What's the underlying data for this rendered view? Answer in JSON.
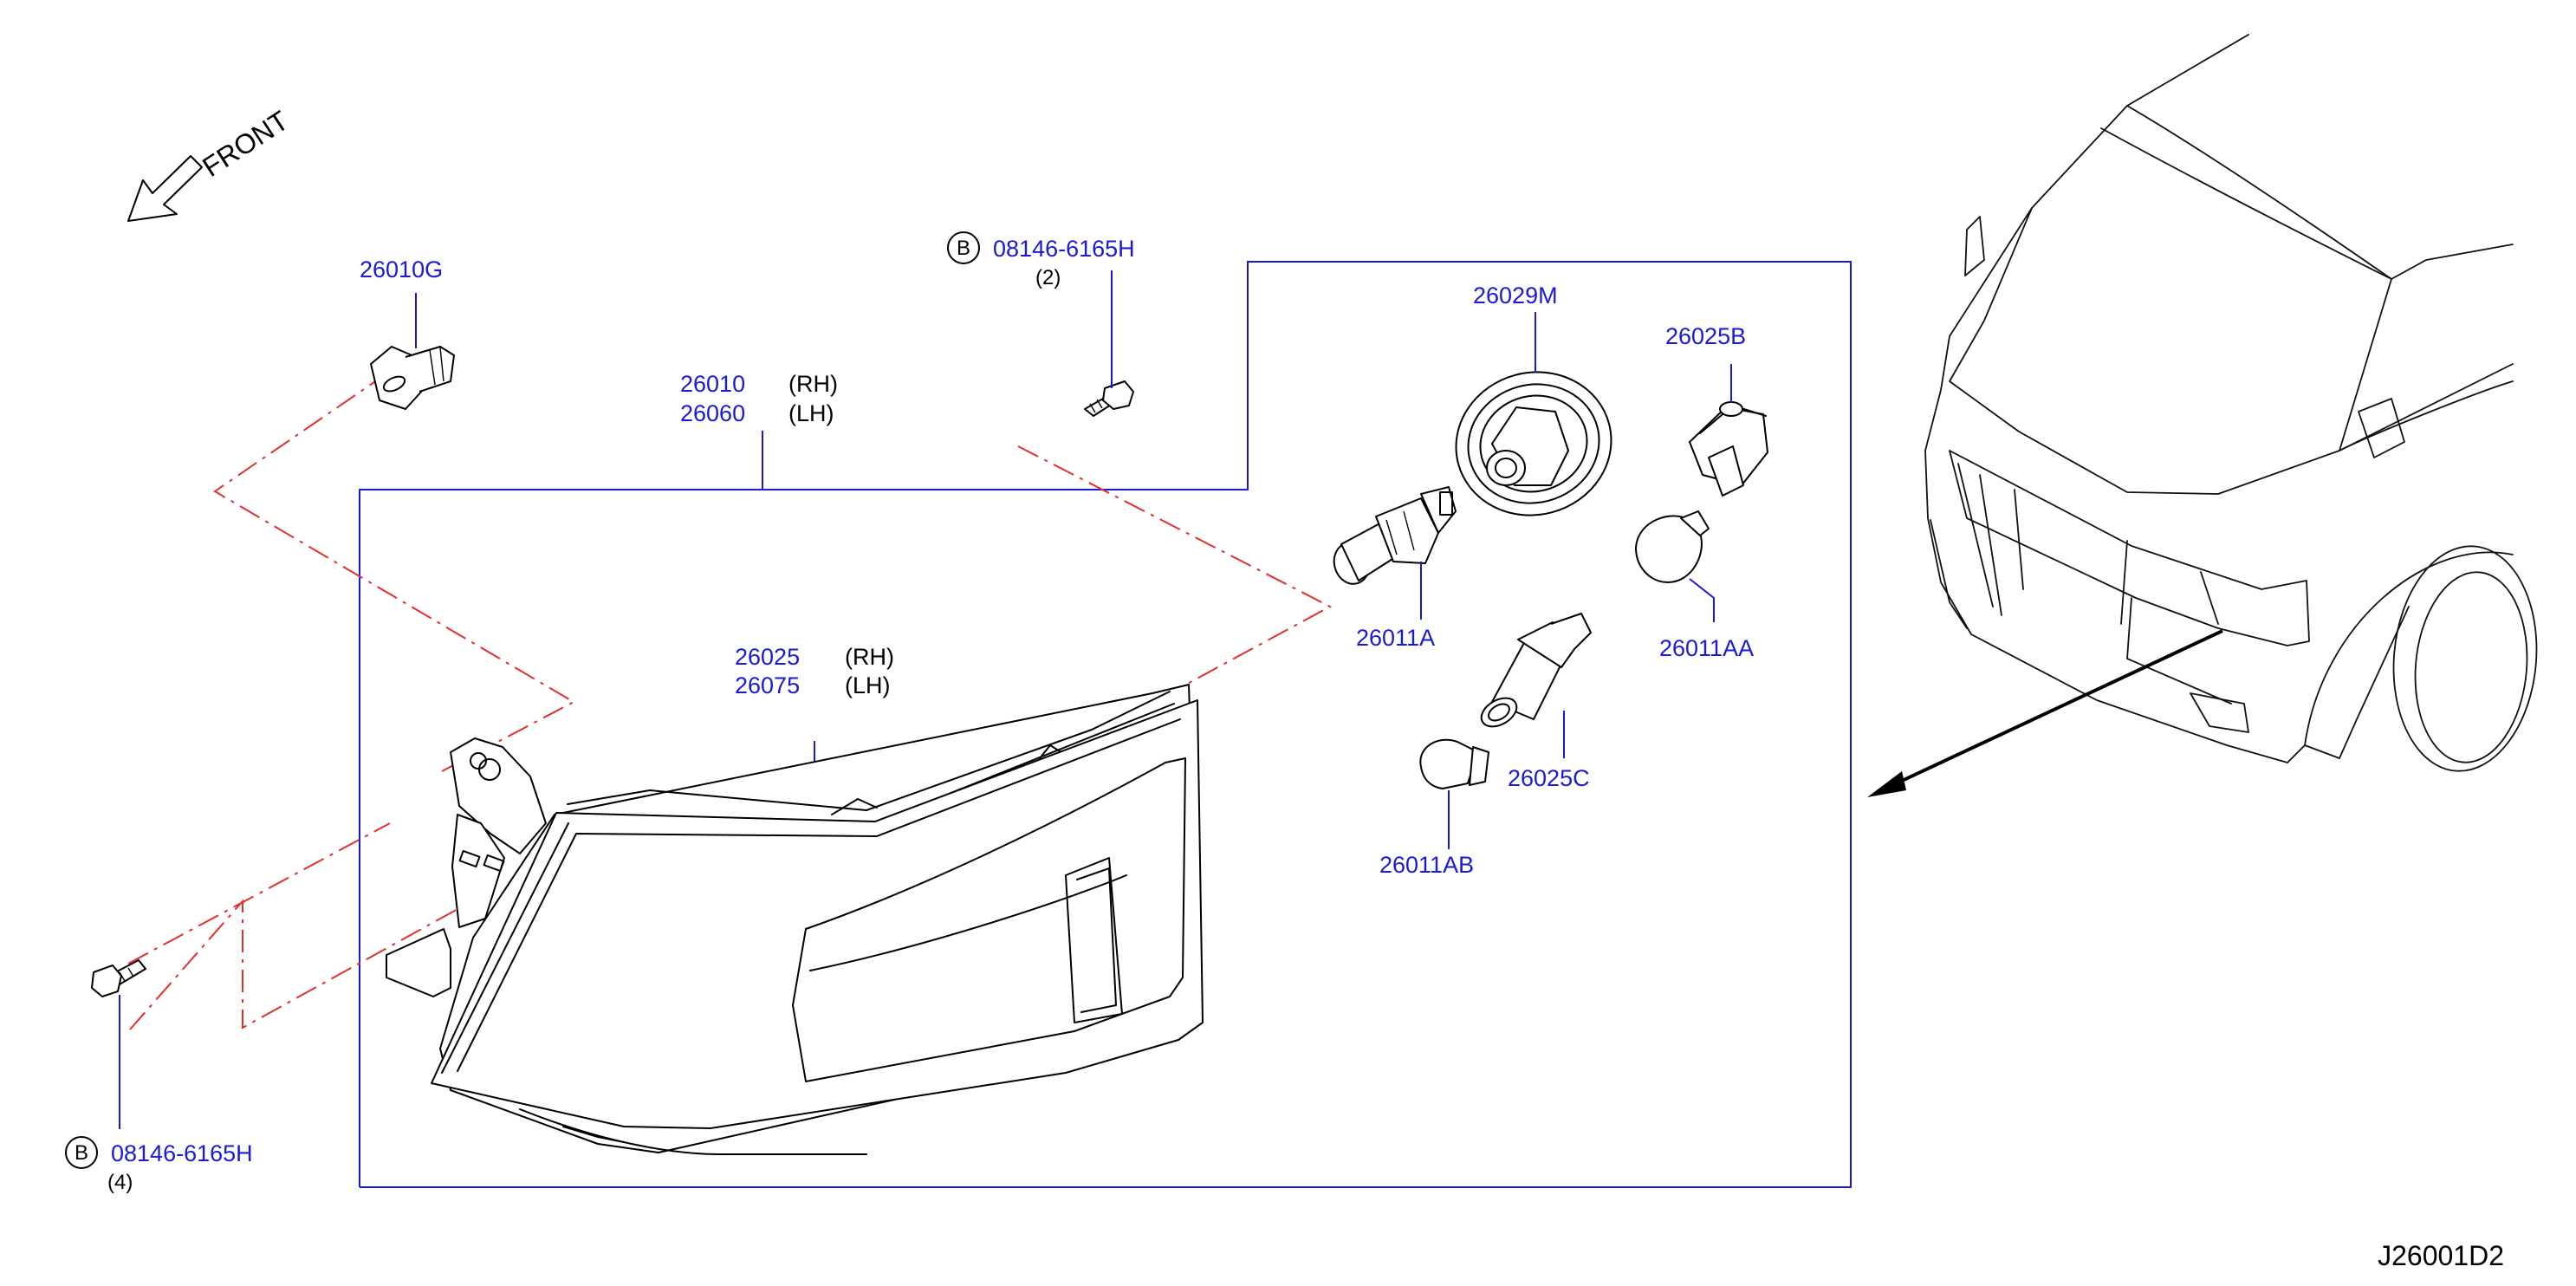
{
  "front_label": "FRONT",
  "reference_code": "J26001D2",
  "callouts": {
    "grommet": {
      "part_no": "26010G"
    },
    "bolt_top": {
      "prefix": "B",
      "part_no": "08146-6165H",
      "qty": "(2)"
    },
    "bolt_bottom": {
      "prefix": "B",
      "part_no": "08146-6165H",
      "qty": "(4)"
    },
    "headlamp_assy": {
      "rh_part_no": "26010",
      "rh": "(RH)",
      "lh_part_no": "26060",
      "lh": "(LH)"
    },
    "housing": {
      "rh_part_no": "26025",
      "rh": "(RH)",
      "lh_part_no": "26075",
      "lh": "(LH)"
    },
    "cap": {
      "part_no": "26029M"
    },
    "bulb_h4": {
      "part_no": "26011A"
    },
    "socket_b": {
      "part_no": "26025B"
    },
    "bulb_aa": {
      "part_no": "26011AA"
    },
    "socket_c": {
      "part_no": "26025C"
    },
    "bulb_ab": {
      "part_no": "26011AB"
    }
  }
}
